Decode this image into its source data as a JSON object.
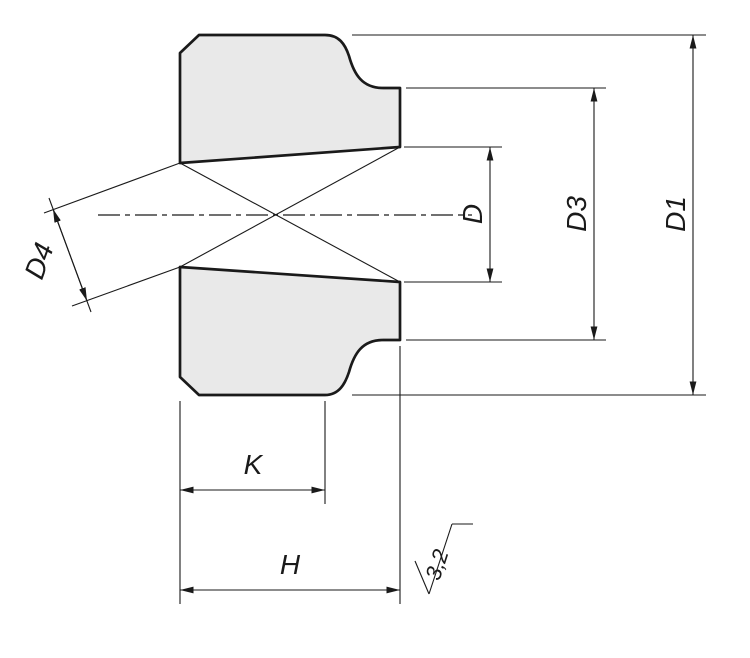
{
  "drawing": {
    "dimension_labels": {
      "d4": "D4",
      "d": "D",
      "d3": "D3",
      "d1": "D1",
      "k": "K",
      "h": "H"
    },
    "surface_roughness_value": "3,2",
    "colors": {
      "line": "#1a1a1a",
      "section_fill": "#e9e9e9",
      "background": "#ffffff"
    }
  }
}
